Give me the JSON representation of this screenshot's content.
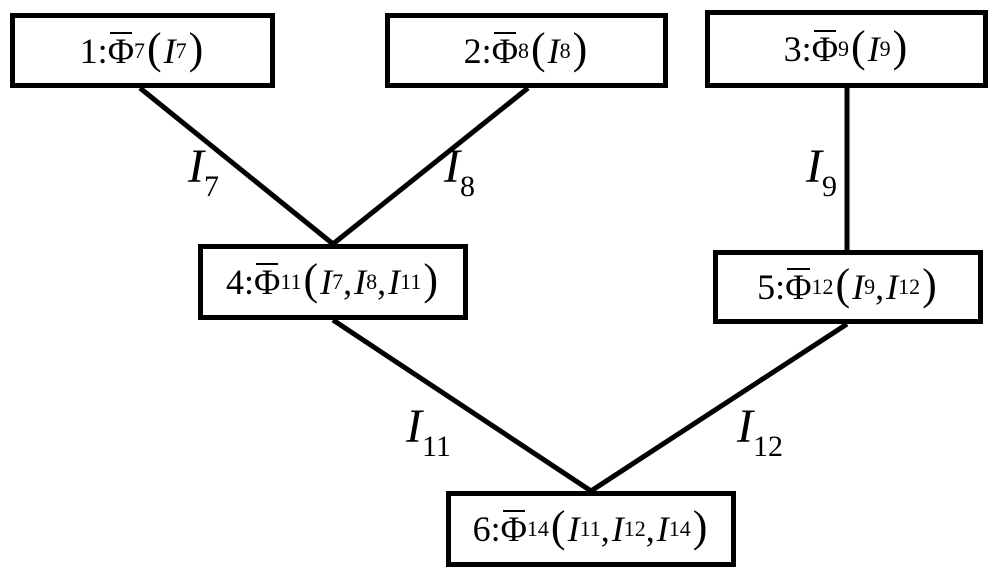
{
  "nodes": [
    {
      "id": "1",
      "phi_sub": "7",
      "args": [
        {
          "v": "I",
          "s": "7"
        }
      ]
    },
    {
      "id": "2",
      "phi_sub": "8",
      "args": [
        {
          "v": "I",
          "s": "8"
        }
      ]
    },
    {
      "id": "3",
      "phi_sub": "9",
      "args": [
        {
          "v": "I",
          "s": "9"
        }
      ]
    },
    {
      "id": "4",
      "phi_sub": "11",
      "args": [
        {
          "v": "I",
          "s": "7"
        },
        {
          "v": "I",
          "s": "8"
        },
        {
          "v": "I",
          "s": "11"
        }
      ]
    },
    {
      "id": "5",
      "phi_sub": "12",
      "args": [
        {
          "v": "I",
          "s": "9"
        },
        {
          "v": "I",
          "s": "12"
        }
      ]
    },
    {
      "id": "6",
      "phi_sub": "14",
      "args": [
        {
          "v": "I",
          "s": "11"
        },
        {
          "v": "I",
          "s": "12"
        },
        {
          "v": "I",
          "s": "14"
        }
      ]
    }
  ],
  "symbols": {
    "phi": "Φ",
    "colon": ":",
    "open": "(",
    "close": ")",
    "comma": ","
  },
  "edges": [
    {
      "from": "1",
      "to": "4",
      "label": {
        "v": "I",
        "s": "7"
      }
    },
    {
      "from": "2",
      "to": "4",
      "label": {
        "v": "I",
        "s": "8"
      }
    },
    {
      "from": "3",
      "to": "5",
      "label": {
        "v": "I",
        "s": "9"
      }
    },
    {
      "from": "4",
      "to": "6",
      "label": {
        "v": "I",
        "s": "11"
      }
    },
    {
      "from": "5",
      "to": "6",
      "label": {
        "v": "I",
        "s": "12"
      }
    }
  ]
}
